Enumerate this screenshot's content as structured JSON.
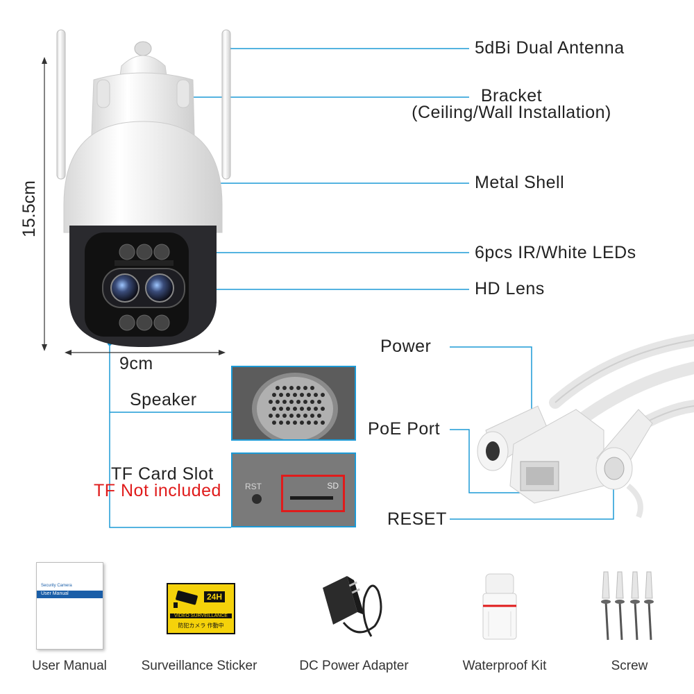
{
  "callouts": {
    "antenna": "5dBi Dual Antenna",
    "bracket": "Bracket",
    "bracket_sub": "(Ceiling/Wall Installation)",
    "shell": "Metal Shell",
    "leds": "6pcs IR/White LEDs",
    "lens": "HD Lens",
    "power": "Power",
    "poe": "PoE Port",
    "reset": "RESET",
    "speaker": "Speaker",
    "tf_slot": "TF Card Slot",
    "tf_note": "TF Not included"
  },
  "dimensions": {
    "height": "15.5cm",
    "width": "9cm"
  },
  "inset_labels": {
    "rst": "RST",
    "sd": "SD"
  },
  "accessories": {
    "manual": "User Manual",
    "manual_cover_title": "Security Camera",
    "manual_cover_band": "User Manual",
    "sticker": "Surveillance Sticker",
    "sticker_badge": "24H",
    "sticker_caption": "VIDEO SURVEILLANCE",
    "sticker_caption_jp": "防犯カメラ 作動中",
    "adapter": "DC Power Adapter",
    "waterproof": "Waterproof Kit",
    "screw": "Screw"
  },
  "colors": {
    "callout_line": "#1c9ad6",
    "warning_text": "#e01b1b",
    "sticker_yellow": "#f5d20a",
    "manual_band": "#1a5ea8"
  }
}
